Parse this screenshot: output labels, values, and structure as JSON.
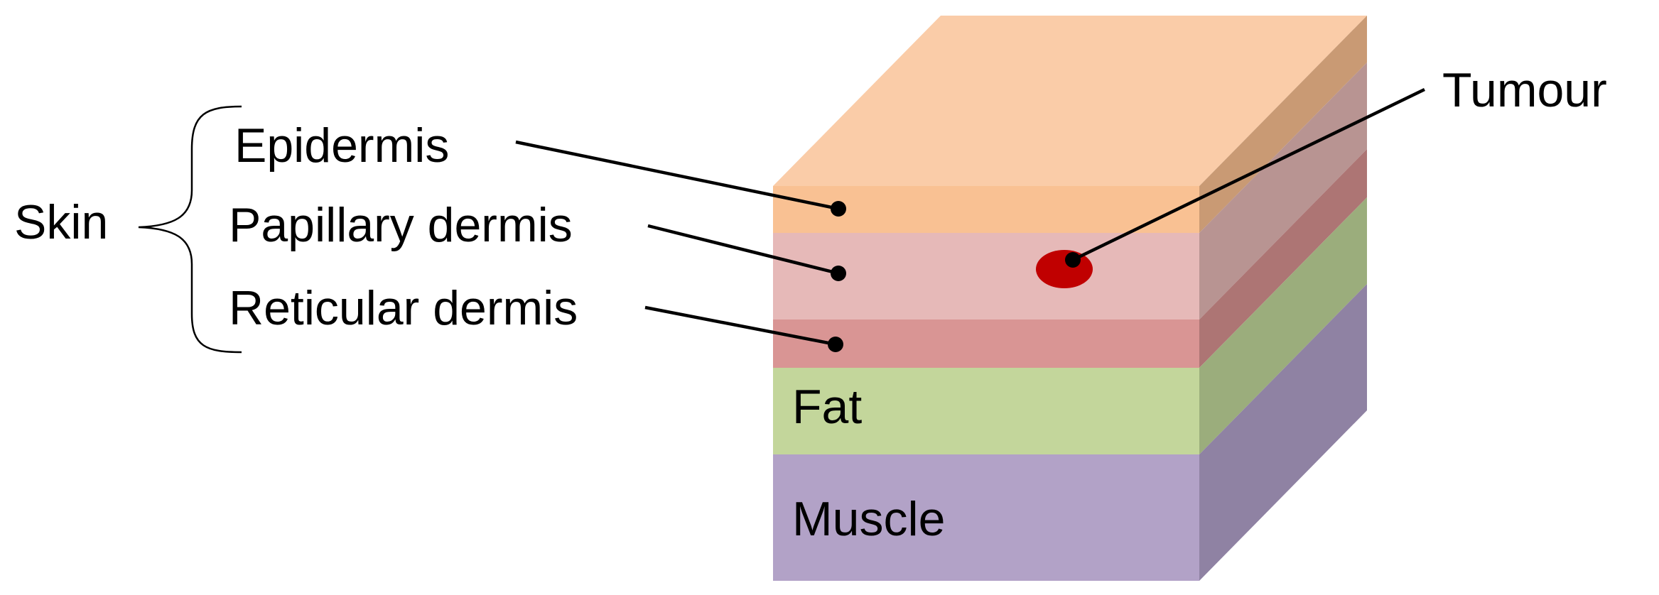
{
  "labels": {
    "skin": "Skin",
    "epidermis": "Epidermis",
    "papillary_dermis": "Papillary dermis",
    "reticular_dermis": "Reticular dermis",
    "tumour": "Tumour",
    "fat": "Fat",
    "muscle": "Muscle"
  },
  "colors": {
    "epidermis_top": "#FACCA8",
    "epidermis_front": "#F9C193",
    "epidermis_side": "#C99A74",
    "papillary_front": "#E6B9B8",
    "papillary_side": "#B89492",
    "reticular_front": "#D99594",
    "reticular_side": "#AD7574",
    "fat_front": "#C3D69B",
    "fat_side": "#9BAD7C",
    "muscle_front": "#B2A2C7",
    "muscle_side": "#8F82A3",
    "tumour": "#C00000",
    "leader_line": "#000000"
  }
}
